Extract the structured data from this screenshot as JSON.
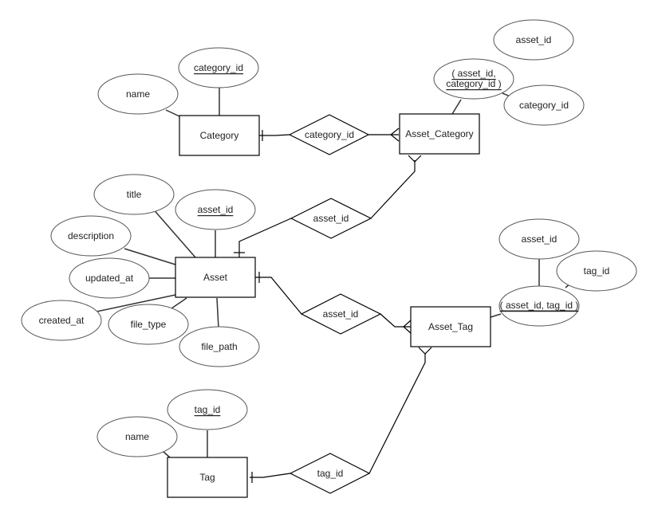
{
  "entities": {
    "category": "Category",
    "asset_category": "Asset_Category",
    "asset": "Asset",
    "asset_tag": "Asset_Tag",
    "tag": "Tag"
  },
  "relationships": {
    "category_asset_category": "category_id",
    "asset_asset_category": "asset_id",
    "asset_asset_tag": "asset_id",
    "tag_asset_tag": "tag_id"
  },
  "attributes": {
    "category": {
      "key": "category_id",
      "name": "name"
    },
    "asset_category": {
      "key_line1": "( asset_id,",
      "key_line2": "category_id )",
      "asset_id": "asset_id",
      "category_id": "category_id"
    },
    "asset": {
      "key": "asset_id",
      "title": "title",
      "description": "description",
      "updated_at": "updated_at",
      "created_at": "created_at",
      "file_type": "file_type",
      "file_path": "file_path"
    },
    "asset_tag": {
      "key": "( asset_id, tag_id )",
      "asset_id": "asset_id",
      "tag_id": "tag_id"
    },
    "tag": {
      "key": "tag_id",
      "name": "name"
    }
  }
}
